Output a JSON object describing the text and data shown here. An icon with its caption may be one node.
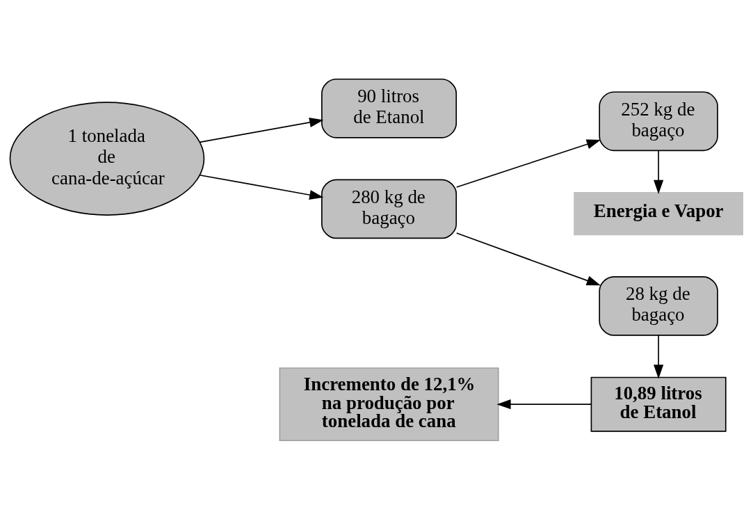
{
  "diagram": {
    "nodes": [
      {
        "text": [
          "1 tonelada de cana-de-açúcar"
        ]
      },
      {
        "text": [
          "90 litros de Etanol"
        ]
      },
      {
        "text": [
          "280 kg de bagaço"
        ]
      },
      {
        "text": [
          "Energia e Vapor"
        ]
      },
      {
        "text": [
          "252 kg de bagaço"
        ]
      },
      {
        "text": [
          "28 kg de bagaço"
        ]
      },
      {
        "text": [
          "Incremento de 12,1% na produção por tonelada de cana"
        ]
      },
      {
        "text": [
          "10,89 litros de Etanol"
        ]
      }
    ],
    "edges": [
      {
        "from": 0,
        "to": 1,
        "arrow": "to"
      },
      {
        "from": 0,
        "to": 2,
        "arrow": "to"
      },
      {
        "from": 2,
        "to": 4,
        "arrow": "to"
      },
      {
        "from": 2,
        "to": 5,
        "arrow": "to"
      },
      {
        "from": 4,
        "to": 3,
        "arrow": "to"
      },
      {
        "from": 5,
        "to": 7,
        "arrow": "to"
      },
      {
        "from": 7,
        "to": 6,
        "arrow": "to"
      }
    ]
  }
}
